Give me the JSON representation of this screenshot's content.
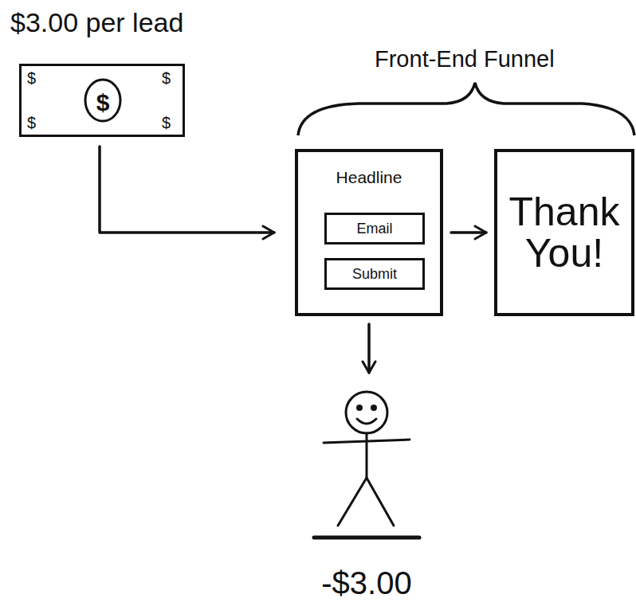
{
  "diagram": {
    "nodes": [
      {
        "text": [
          "$3.00 per lead",
          "$",
          "$",
          "$",
          "$",
          "$"
        ]
      },
      {
        "text": [
          "Headline"
        ]
      },
      {
        "text": [
          "Email"
        ],
        "in": 1
      },
      {
        "text": [
          "Submit"
        ],
        "in": 1
      },
      {
        "text": [
          "Thank You!"
        ]
      },
      {
        "text": [
          "-$3.00"
        ]
      }
    ],
    "edges": [
      {
        "from": 0,
        "to": 1,
        "arrow": "to"
      },
      {
        "from": 1,
        "to": 4,
        "arrow": "to"
      },
      {
        "from": 1,
        "to": 5,
        "arrow": "to"
      }
    ],
    "labels": [
      "Front-End Funnel"
    ]
  }
}
